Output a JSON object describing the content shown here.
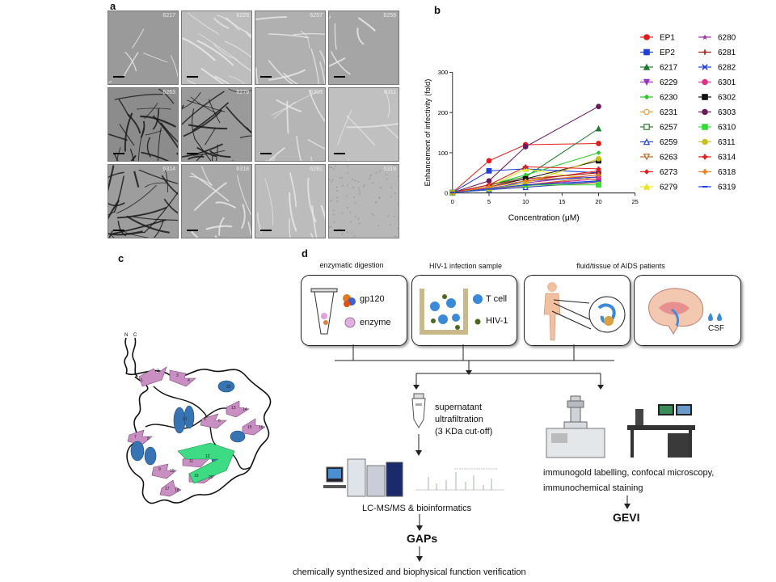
{
  "panel_labels": {
    "a": "a",
    "b": "b",
    "c": "c",
    "d": "d"
  },
  "panel_a": {
    "tiles": [
      {
        "id": "6217",
        "tone": "#9a9a9a",
        "fibers": "sparse"
      },
      {
        "id": "6229",
        "tone": "#bdbdbd",
        "fibers": "bundle"
      },
      {
        "id": "6257",
        "tone": "#b0b0b0",
        "fibers": "medium"
      },
      {
        "id": "6259",
        "tone": "#a5a5a5",
        "fibers": "sparse"
      },
      {
        "id": "6263",
        "tone": "#8c8c8c",
        "fibers": "dense"
      },
      {
        "id": "6279",
        "tone": "#9a9a9a",
        "fibers": "dense"
      },
      {
        "id": "6303",
        "tone": "#b5b5b5",
        "fibers": "medium"
      },
      {
        "id": "6311",
        "tone": "#c0c0c0",
        "fibers": "sparse"
      },
      {
        "id": "6314",
        "tone": "#9d9d9d",
        "fibers": "dense"
      },
      {
        "id": "6318",
        "tone": "#a8a8a8",
        "fibers": "medium"
      },
      {
        "id": "6282",
        "tone": "#bcbcbc",
        "fibers": "long"
      },
      {
        "id": "6319",
        "tone": "#b8b8b8",
        "fibers": "none"
      }
    ]
  },
  "chart_data": {
    "type": "line",
    "xlabel": "Concentration (μM)",
    "ylabel": "Enhancement of infectivity (fold)",
    "xlim": [
      0,
      25
    ],
    "ylim": [
      0,
      300
    ],
    "xticks": [
      "0",
      "5",
      "10",
      "15",
      "20",
      "25"
    ],
    "yticks": [
      "0",
      "100",
      "200",
      "300"
    ],
    "x": [
      0,
      5,
      10,
      20
    ],
    "legend_placement": "right",
    "series": [
      {
        "name": "EP1",
        "color": "#e41a1c",
        "marker": "circle",
        "values": [
          1,
          80,
          120,
          123
        ]
      },
      {
        "name": "EP2",
        "color": "#1f3fd6",
        "marker": "square",
        "values": [
          1,
          55,
          60,
          50
        ]
      },
      {
        "name": "6217",
        "color": "#1a7a2a",
        "marker": "triangle",
        "values": [
          1,
          20,
          40,
          160
        ]
      },
      {
        "name": "6229",
        "color": "#9b30c9",
        "marker": "triangle-down",
        "values": [
          1,
          10,
          20,
          35
        ]
      },
      {
        "name": "6230",
        "color": "#22cc22",
        "marker": "diamond",
        "values": [
          1,
          20,
          45,
          100
        ]
      },
      {
        "name": "6231",
        "color": "#f29a3a",
        "marker": "circle-open",
        "values": [
          1,
          10,
          15,
          25
        ]
      },
      {
        "name": "6257",
        "color": "#2e7d2e",
        "marker": "square-open",
        "values": [
          1,
          12,
          18,
          30
        ]
      },
      {
        "name": "6259",
        "color": "#1f3fd6",
        "marker": "triangle-open",
        "values": [
          1,
          8,
          14,
          28
        ]
      },
      {
        "name": "6263",
        "color": "#c0661a",
        "marker": "triangle-down-open",
        "values": [
          1,
          10,
          20,
          40
        ]
      },
      {
        "name": "6273",
        "color": "#e41a1c",
        "marker": "diamond",
        "values": [
          1,
          15,
          30,
          55
        ]
      },
      {
        "name": "6279",
        "color": "#e8e81a",
        "marker": "triangle",
        "values": [
          1,
          15,
          60,
          30
        ]
      },
      {
        "name": "6280",
        "color": "#a030a0",
        "marker": "star",
        "values": [
          1,
          12,
          25,
          45
        ]
      },
      {
        "name": "6281",
        "color": "#a01a1a",
        "marker": "plus",
        "values": [
          1,
          20,
          35,
          50
        ]
      },
      {
        "name": "6282",
        "color": "#1f3fd6",
        "marker": "cross",
        "values": [
          1,
          8,
          30,
          40
        ]
      },
      {
        "name": "6301",
        "color": "#e0308a",
        "marker": "circle",
        "values": [
          1,
          10,
          20,
          35
        ]
      },
      {
        "name": "6302",
        "color": "#111111",
        "marker": "square-x",
        "values": [
          1,
          15,
          35,
          80
        ]
      },
      {
        "name": "6303",
        "color": "#6a1a5a",
        "marker": "circle",
        "values": [
          1,
          30,
          115,
          215
        ]
      },
      {
        "name": "6310",
        "color": "#33dd33",
        "marker": "square",
        "values": [
          1,
          10,
          20,
          20
        ]
      },
      {
        "name": "6311",
        "color": "#c9c21a",
        "marker": "circle",
        "values": [
          1,
          10,
          25,
          85
        ]
      },
      {
        "name": "6314",
        "color": "#e41a1c",
        "marker": "plus-bold",
        "values": [
          1,
          20,
          65,
          60
        ]
      },
      {
        "name": "6318",
        "color": "#f08020",
        "marker": "plus-bold",
        "values": [
          1,
          15,
          30,
          45
        ]
      },
      {
        "name": "6319",
        "color": "#1f3fd6",
        "marker": "dash",
        "values": [
          1,
          10,
          20,
          30
        ]
      }
    ]
  },
  "panel_c": {
    "terminus_labels": [
      "N",
      "C"
    ],
    "residue_labels": [
      "1",
      "2",
      "3",
      "4",
      "5",
      "6",
      "7",
      "8",
      "9",
      "10",
      "11",
      "12",
      "13",
      "14",
      "15",
      "16",
      "17",
      "18",
      "19",
      "20",
      "21",
      "22"
    ]
  },
  "panel_d": {
    "captions": {
      "enzymatic": "enzymatic digestion",
      "hiv_sample": "HIV-1 infection sample",
      "fluid": "fluid/tissue of AIDS patients"
    },
    "box1": {
      "gp120": "gp120",
      "enzyme": "enzyme"
    },
    "box2": {
      "tcell": "T cell",
      "hiv1": "HIV-1"
    },
    "box4": {
      "csf": "CSF"
    },
    "filtration": [
      "supernatant",
      "ultrafiltration",
      "(3 KDa cut-off)"
    ],
    "lcms": "LC-MS/MS & bioinformatics",
    "gaps": "GAPs",
    "verification": "chemically synthesized and biophysical function verification",
    "immuno": [
      "immunogold labelling, confocal microscopy,",
      "immunochemical staining"
    ],
    "gevi": "GEVI"
  }
}
